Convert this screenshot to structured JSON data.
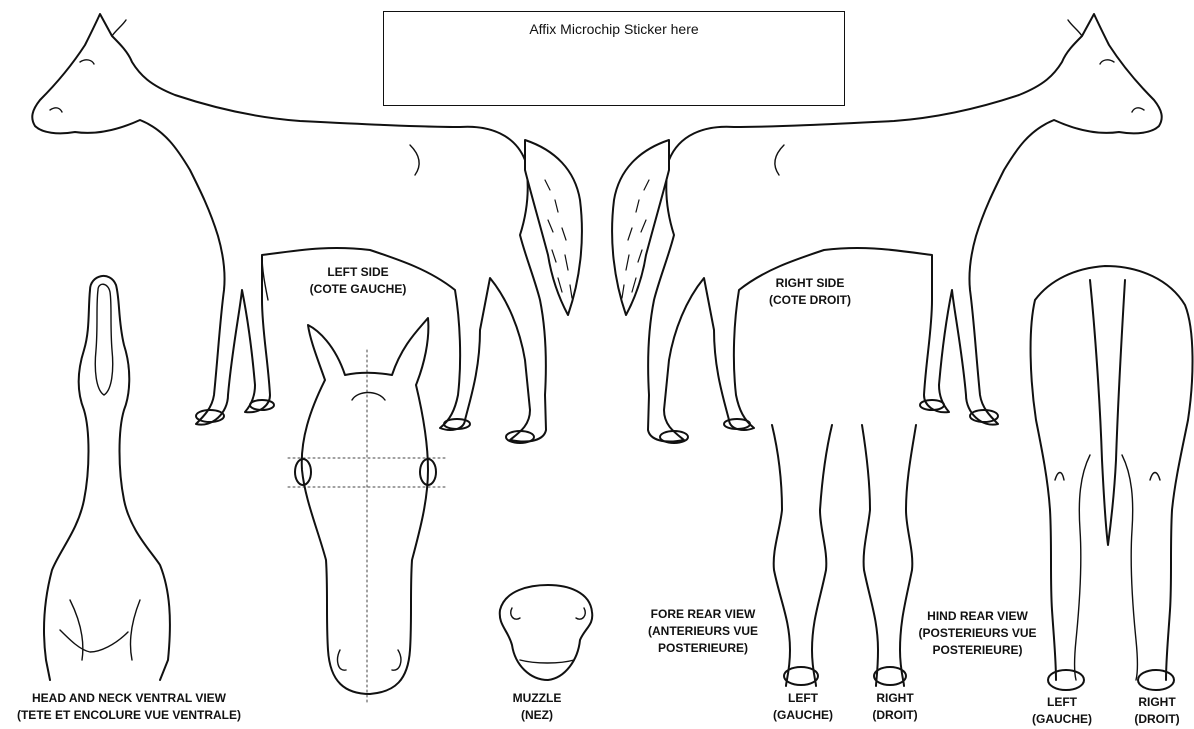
{
  "sticker": {
    "text": "Affix Microchip Sticker here"
  },
  "labels": {
    "left_side": [
      "LEFT SIDE",
      "(COTE GAUCHE)"
    ],
    "right_side": [
      "RIGHT SIDE",
      "(COTE DROIT)"
    ],
    "head_neck": [
      "HEAD AND NECK VENTRAL VIEW",
      "(TETE ET ENCOLURE VUE VENTRALE)"
    ],
    "muzzle": [
      "MUZZLE",
      "(NEZ)"
    ],
    "fore_rear": [
      "FORE REAR VIEW",
      "(ANTERIEURS VUE",
      "POSTERIEURE)"
    ],
    "hind_rear": [
      "HIND REAR VIEW",
      "(POSTERIEURS VUE",
      "POSTERIEURE)"
    ],
    "fore_left": [
      "LEFT",
      "(GAUCHE)"
    ],
    "fore_right": [
      "RIGHT",
      "(DROIT)"
    ],
    "hind_left": [
      "LEFT",
      "(GAUCHE)"
    ],
    "hind_right": [
      "RIGHT",
      "(DROIT)"
    ]
  }
}
